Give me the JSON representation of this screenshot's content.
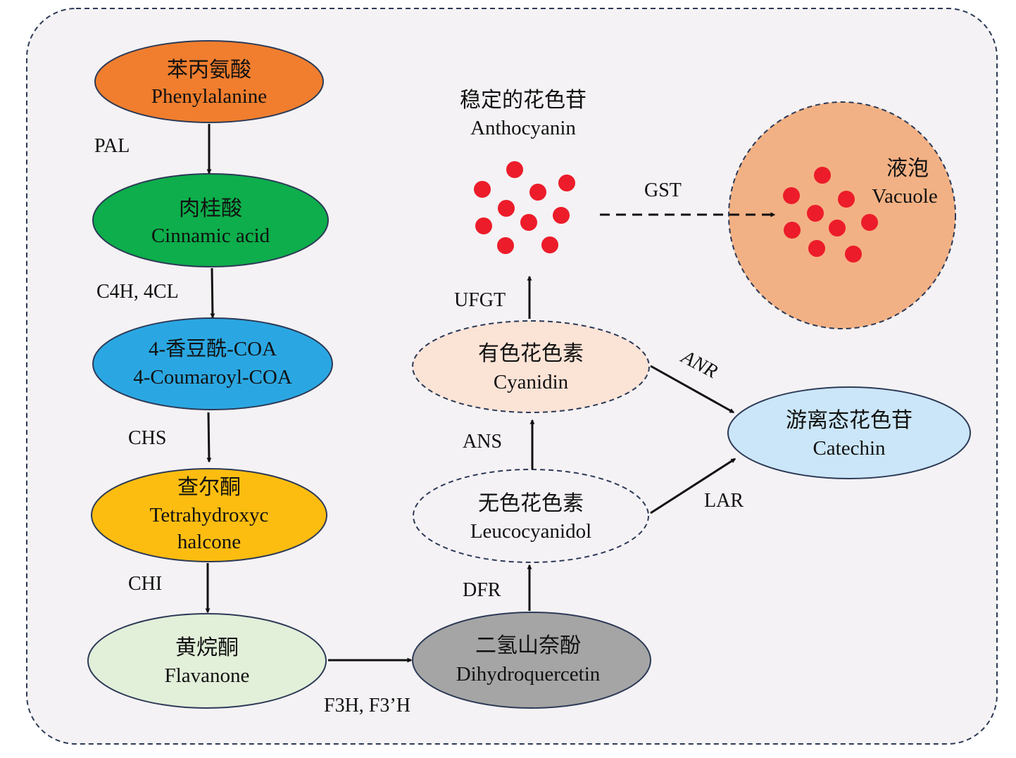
{
  "nodes": {
    "phenylalanine": {
      "cn": "苯丙氨酸",
      "en": "Phenylalanine",
      "fill": "#F07E2E"
    },
    "cinnamic": {
      "cn": "肉桂酸",
      "en": "Cinnamic acid",
      "fill": "#0DAE4B"
    },
    "coumaroyl": {
      "cn": "4-香豆酰-COA",
      "en": "4-Coumaroyl-COA",
      "fill": "#2AA7E2"
    },
    "chalcone": {
      "cn": "查尔酮",
      "en1": "Tetrahydroxyc",
      "en2": "halcone",
      "fill": "#FDBD10"
    },
    "flavanone": {
      "cn": "黄烷酮",
      "en": "Flavanone",
      "fill": "#E2EFD9"
    },
    "dihydro": {
      "cn": "二氢山奈酚",
      "en": "Dihydroquercetin",
      "fill": "#A5A5A5"
    },
    "leuco": {
      "cn": "无色花色素",
      "en": "Leucocyanidol",
      "fill": "#F4F2F5"
    },
    "cyanidin": {
      "cn": "有色花色素",
      "en": "Cyanidin",
      "fill": "#FBE3D6"
    },
    "catechin": {
      "cn": "游离态花色苷",
      "en": "Catechin",
      "fill": "#CBE6F8"
    },
    "anthocyanin": {
      "cn": "稳定的花色苷",
      "en": "Anthocyanin"
    },
    "vacuole": {
      "cn": "液泡",
      "en": "Vacuole",
      "fill": "#F2B184"
    }
  },
  "enzymes": {
    "pal": "PAL",
    "c4h": "C4H, 4CL",
    "chs": "CHS",
    "chi": "CHI",
    "f3h": "F3H, F3’H",
    "dfr": "DFR",
    "ans": "ANS",
    "ufgt": "UFGT",
    "anr": "ANR",
    "lar": "LAR",
    "gst": "GST"
  },
  "colors": {
    "background": "#F4F2F4",
    "border": "#2D3A57",
    "dots": "#EC1C2A",
    "arrow": "#111111"
  }
}
